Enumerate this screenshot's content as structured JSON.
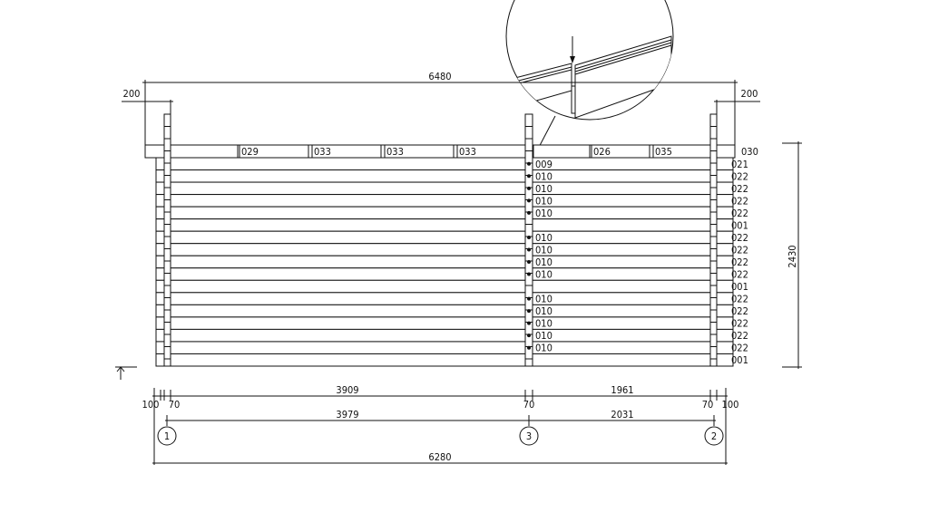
{
  "dimensions": {
    "overall_top": "6480",
    "overhang_left": "200",
    "overhang_right": "200",
    "height": "2430",
    "span_left_inner": "3909",
    "span_right_inner": "1961",
    "edge_left": "100",
    "edge_right": "100",
    "post_left": "70",
    "post_mid": "70",
    "post_right": "70",
    "axis_span_left": "3979",
    "axis_span_right": "2031",
    "overall_bottom": "6280"
  },
  "axes": [
    "1",
    "3",
    "2"
  ],
  "top_plate_labels": [
    "",
    "029",
    "033",
    "033",
    "033",
    "",
    "026",
    "035"
  ],
  "top_plate_right_label": "030",
  "row_labels_right": [
    "021",
    "022",
    "022",
    "022",
    "022",
    "001",
    "022",
    "022",
    "022",
    "022",
    "001",
    "022",
    "022",
    "022",
    "022",
    "022",
    "001"
  ],
  "row_labels_mid": [
    "009",
    "010",
    "010",
    "010",
    "010",
    "",
    "010",
    "010",
    "010",
    "010",
    "",
    "010",
    "010",
    "010",
    "010",
    "010",
    ""
  ]
}
